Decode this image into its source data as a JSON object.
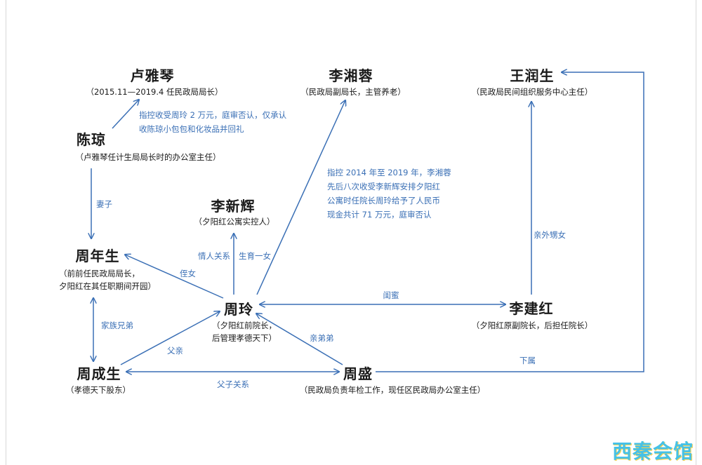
{
  "people": {
    "lu_yaqin": {
      "name": "卢雅琴",
      "desc": "（2015.11—2019.4 任民政局局长）"
    },
    "li_xiangrong": {
      "name": "李湘蓉",
      "desc": "（民政局副局长，主管养老）"
    },
    "wang_runsheng": {
      "name": "王润生",
      "desc": "（民政局民间组织服务中心主任）"
    },
    "chen_qiong": {
      "name": "陈琼",
      "desc": "（卢雅琴任计生局局长时的办公室主任）"
    },
    "li_xinhui": {
      "name": "李新辉",
      "desc": "（夕阳红公寓实控人）"
    },
    "zhou_niansheng": {
      "name": "周年生",
      "desc_line1": "（前前任民政局局长，",
      "desc_line2": "夕阳红在其任职期间开园）"
    },
    "zhou_ling": {
      "name": "周玲",
      "desc_line1": "（夕阳红前院长，",
      "desc_line2": "后管理孝德天下）"
    },
    "li_jianhong": {
      "name": "李建红",
      "desc": "（夕阳红原副院长，后担任院长）"
    },
    "zhou_chengsheng": {
      "name": "周成生",
      "desc": "（孝德天下股东）"
    },
    "zhou_sheng": {
      "name": "周盛",
      "desc": "（民政局负责年检工作，现任区民政局办公室主任）"
    }
  },
  "relations": {
    "bribe_lu_line1": "指控收受周玲 2 万元，庭审否认，仅承认",
    "bribe_lu_line2": "收陈琼小包包和化妆品并回礼",
    "bribe_li_line1": "指控 2014 年至 2019 年，李湘蓉",
    "bribe_li_line2": "先后八次收受李新辉安排夕阳红",
    "bribe_li_line3": "公寓时任院长周玲给予了人民币",
    "bribe_li_line4": "现金共计 71 万元，庭审否认",
    "wife": "妻子",
    "lover": "情人关系",
    "daughter": "生育一女",
    "niece": "侄女",
    "clan_brothers": "家族兄弟",
    "father": "父亲",
    "father_son": "父子关系",
    "brother": "亲弟弟",
    "best_friend": "闺蜜",
    "niece_by_sister": "亲外甥女",
    "subordinate": "下属"
  },
  "watermark": "西秦会馆",
  "colors": {
    "line": "#3a6fb5",
    "text": "#1a1a1a"
  }
}
